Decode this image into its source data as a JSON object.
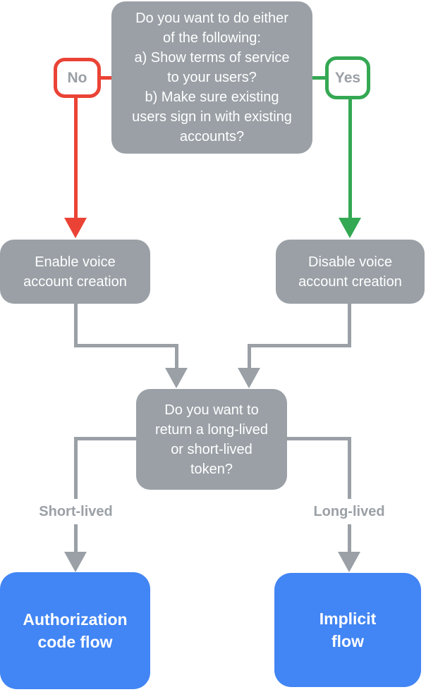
{
  "colors": {
    "box_gray": "#9AA0A6",
    "red": "#EA4335",
    "green": "#34A853",
    "blue": "#4285F4",
    "label_gray": "#9AA0A6",
    "bg": "#FFFFFF",
    "text_white": "#FFFFFF"
  },
  "flowchart": {
    "top_question": "Do you want to do either\nof the following:\na) Show terms of service\nto your users?\nb) Make sure existing\nusers sign in with existing\naccounts?",
    "no_label": "No",
    "yes_label": "Yes",
    "enable_node": "Enable voice\naccount creation",
    "disable_node": "Disable voice\naccount creation",
    "token_question": "Do you want to\nreturn a long-lived\nor short-lived\ntoken?",
    "short_lived_label": "Short-lived",
    "long_lived_label": "Long-lived",
    "auth_code_node": "Authorization\ncode flow",
    "implicit_node": "Implicit\nflow"
  }
}
